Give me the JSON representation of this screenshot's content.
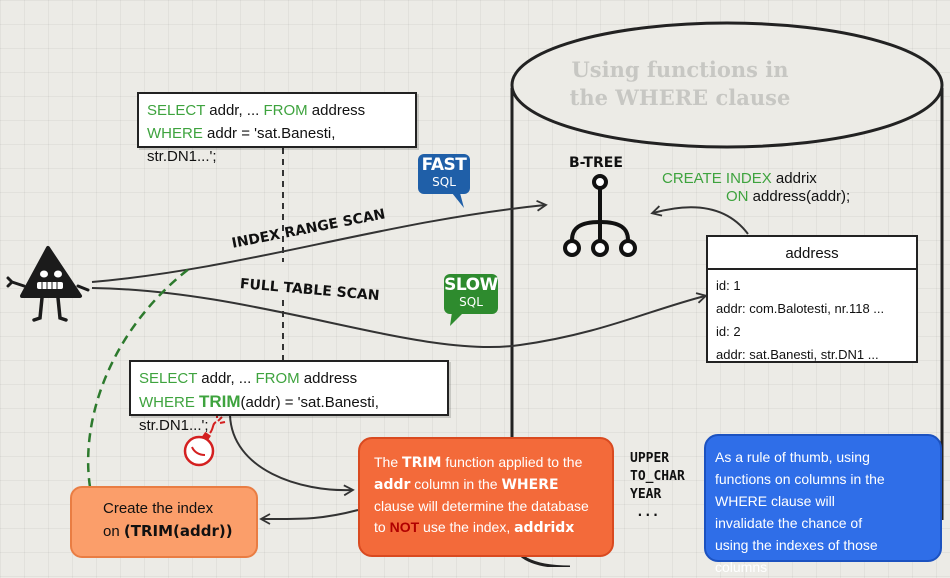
{
  "title": {
    "line1": "Using functions in",
    "line2": "the WHERE clause"
  },
  "query_fast": {
    "kw_select": "SELECT",
    "cols": " addr, ... ",
    "kw_from": "FROM",
    "table": " address",
    "kw_where": "WHERE",
    "condition": " addr = 'sat.Banesti, str.DN1...';"
  },
  "query_slow": {
    "kw_select": "SELECT",
    "cols": " addr, ... ",
    "kw_from": "FROM",
    "table": " address",
    "kw_where": "WHERE ",
    "fn": "TRIM",
    "condition": "(addr) = 'sat.Banesti, str.DN1...';"
  },
  "badges": {
    "fast": {
      "big": "FAST",
      "small": "SQL",
      "color": "#1f5fa8"
    },
    "slow": {
      "big": "SLOW",
      "small": "SQL",
      "color": "#2e8b2e"
    }
  },
  "paths": {
    "index_scan": "INDEX RANGE SCAN",
    "full_scan": "FULL TABLE SCAN"
  },
  "btree": {
    "label": "B-TREE"
  },
  "create_index": {
    "kw_create": "CREATE INDEX",
    "name": " addrix",
    "kw_on": "ON",
    "target": " address(addr);"
  },
  "table": {
    "name": "address",
    "rows": [
      "id: 1",
      "addr: com.Balotesti, nr.118 ...",
      "id: 2",
      "addr: sat.Banesti, str.DN1 ..."
    ]
  },
  "note_trim": {
    "p1": "The ",
    "kw1": "TRIM",
    "p2": " function applied to the ",
    "kw2": "addr",
    "p3": " column in the ",
    "kw3": "WHERE",
    "p4": " clause will determine the database to ",
    "kw4": "NOT",
    "p5": " use the index, ",
    "kw5": "addridx"
  },
  "functions": [
    "UPPER",
    "TO_CHAR",
    "YEAR",
    "..."
  ],
  "note_fix": {
    "line1": "Create the index",
    "prefix": "on ",
    "code": "(TRIM(addr))"
  },
  "tip": {
    "text": "As a rule of thumb, using functions on columns in the WHERE clause will invalidate the chance of using the indexes of those columns"
  },
  "colors": {
    "keyword": "#3ea33e",
    "red_note": "#f36a3a",
    "orange_note": "#fb9e6a",
    "blue_note": "#2f6ee8",
    "dashed_green": "#2d7a2d"
  }
}
